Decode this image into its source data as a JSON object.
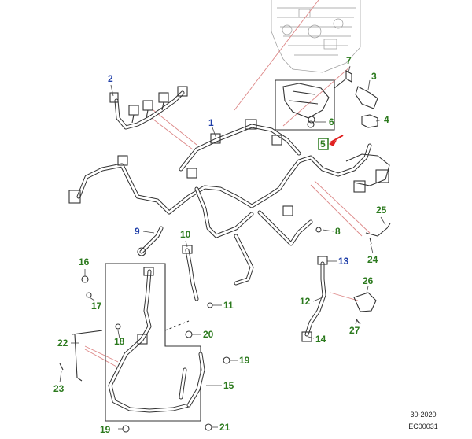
{
  "diagram": {
    "part_labels": [
      {
        "num": "1",
        "color": "#1f3ea8"
      },
      {
        "num": "2",
        "color": "#1f3ea8"
      },
      {
        "num": "3",
        "color": "#2c7a1e"
      },
      {
        "num": "4",
        "color": "#2c7a1e"
      },
      {
        "num": "5",
        "color": "#2c7a1e"
      },
      {
        "num": "6",
        "color": "#2c7a1e"
      },
      {
        "num": "7",
        "color": "#2c7a1e"
      },
      {
        "num": "8",
        "color": "#2c7a1e"
      },
      {
        "num": "9",
        "color": "#1f3ea8"
      },
      {
        "num": "10",
        "color": "#2c7a1e"
      },
      {
        "num": "11",
        "color": "#2c7a1e"
      },
      {
        "num": "12",
        "color": "#2c7a1e"
      },
      {
        "num": "13",
        "color": "#1f3ea8"
      },
      {
        "num": "14",
        "color": "#2c7a1e"
      },
      {
        "num": "15",
        "color": "#2c7a1e"
      },
      {
        "num": "16",
        "color": "#2c7a1e"
      },
      {
        "num": "17",
        "color": "#2c7a1e"
      },
      {
        "num": "18",
        "color": "#2c7a1e"
      },
      {
        "num": "19",
        "color": "#2c7a1e"
      },
      {
        "num": "19",
        "color": "#2c7a1e"
      },
      {
        "num": "20",
        "color": "#2c7a1e"
      },
      {
        "num": "21",
        "color": "#2c7a1e"
      },
      {
        "num": "22",
        "color": "#2c7a1e"
      },
      {
        "num": "23",
        "color": "#2c7a1e"
      },
      {
        "num": "24",
        "color": "#2c7a1e"
      },
      {
        "num": "25",
        "color": "#2c7a1e"
      },
      {
        "num": "26",
        "color": "#2c7a1e"
      },
      {
        "num": "27",
        "color": "#2c7a1e"
      }
    ],
    "date_code": "30-2020",
    "illustration_code": "EC00031",
    "highlight_color": "#e02020"
  }
}
